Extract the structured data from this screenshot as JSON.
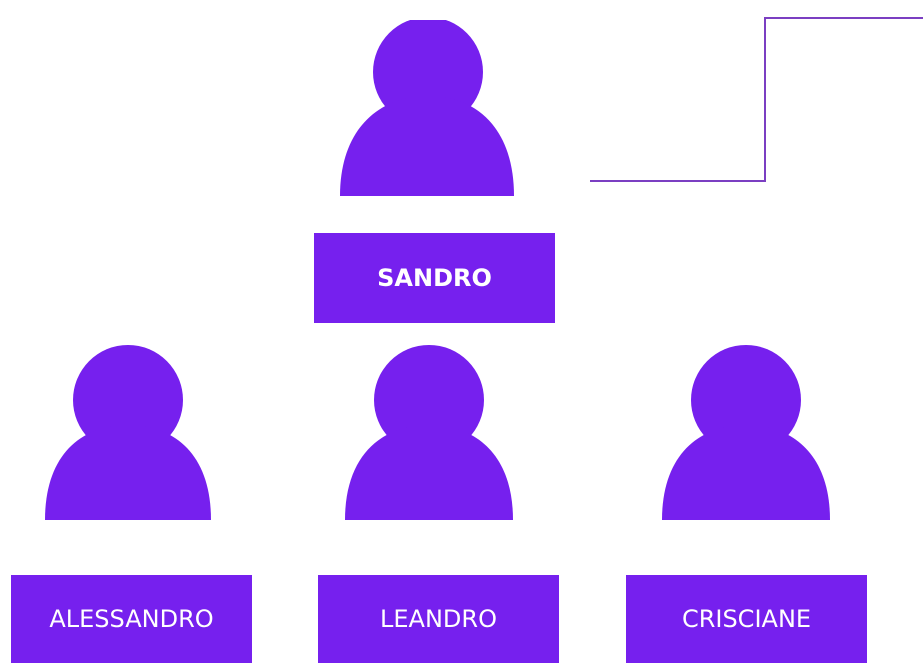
{
  "colors": {
    "accent": "#7620EE",
    "line": "#7B3FC2",
    "background": "#FFFFFF"
  },
  "icon": "person-silhouette-icon",
  "root": {
    "name": "SANDRO"
  },
  "children": [
    {
      "name": "ALESSANDRO"
    },
    {
      "name": "LEANDRO"
    },
    {
      "name": "CRISCIANE"
    }
  ]
}
